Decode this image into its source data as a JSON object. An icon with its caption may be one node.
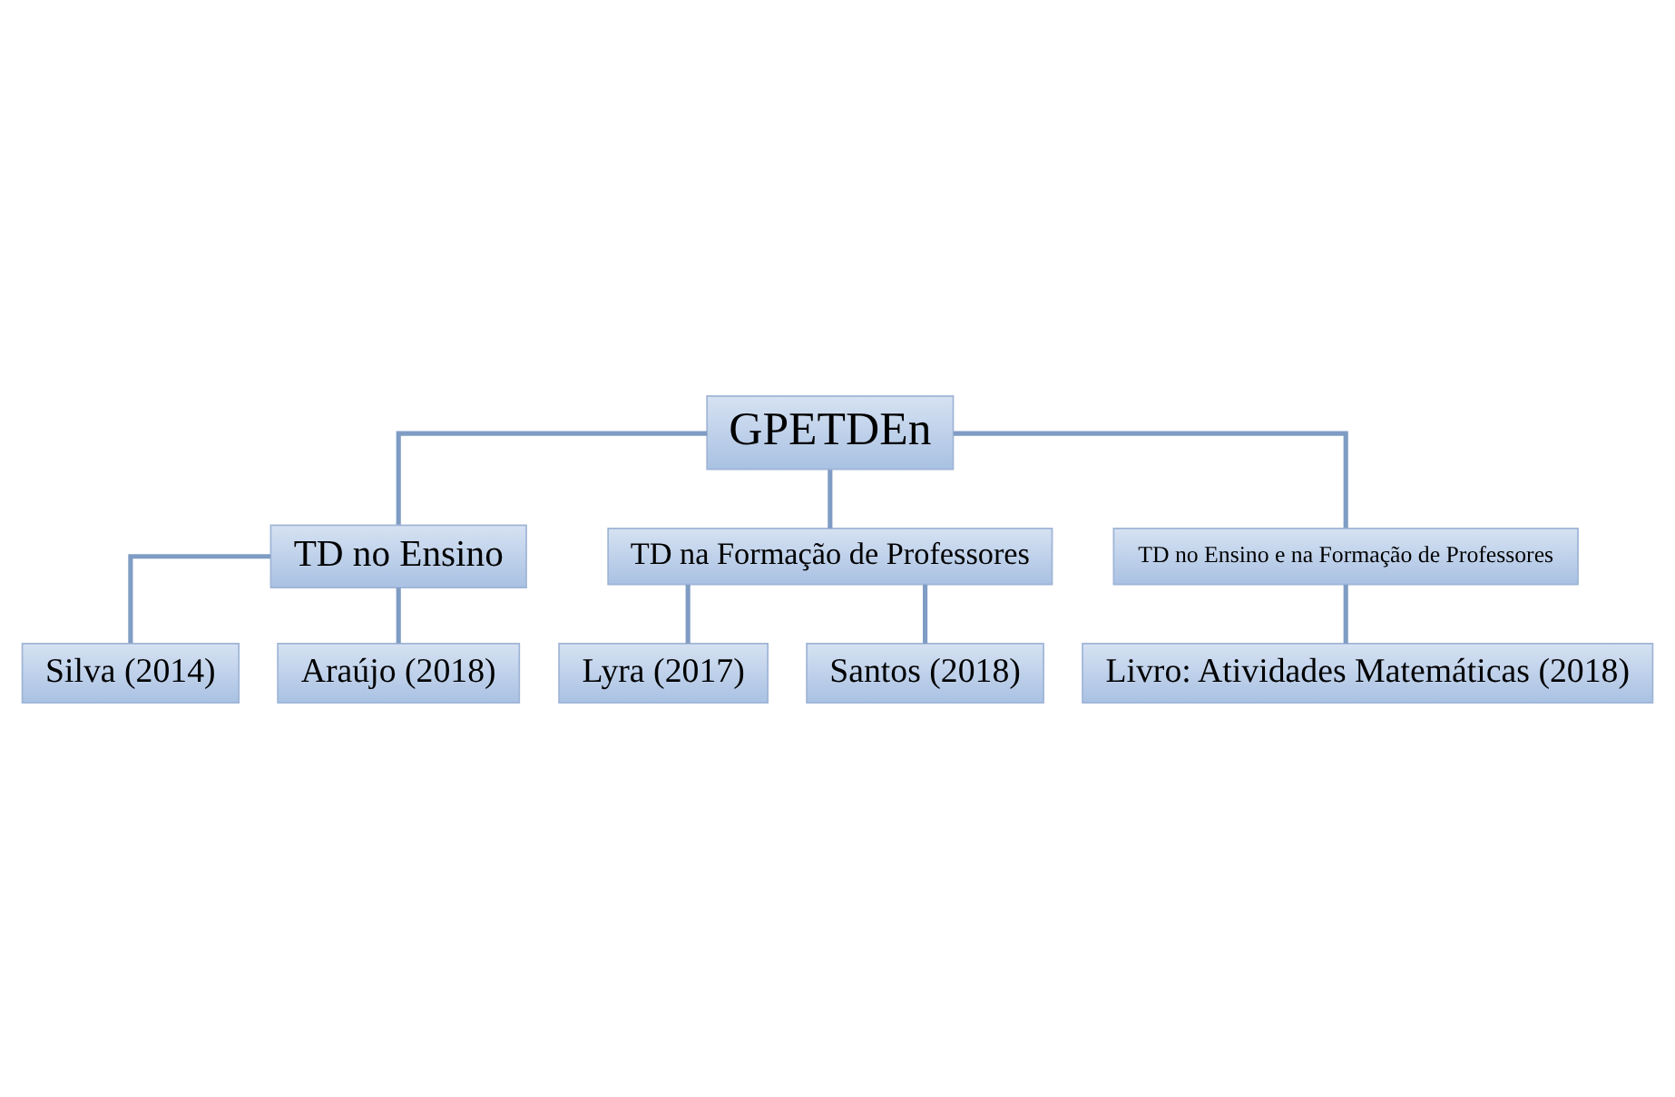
{
  "diagram": {
    "nodes": [
      {
        "text": [
          "GPETDEn"
        ]
      },
      {
        "text": [
          "TD no Ensino"
        ]
      },
      {
        "text": [
          "TD na Formação de Professores"
        ]
      },
      {
        "text": [
          "TD no Ensino e na Formação de Professores"
        ]
      },
      {
        "text": [
          "Silva (2014)"
        ]
      },
      {
        "text": [
          "Araújo (2018)"
        ]
      },
      {
        "text": [
          "Lyra (2017)"
        ]
      },
      {
        "text": [
          "Santos (2018)"
        ]
      },
      {
        "text": [
          "Livro: Atividades Matemáticas (2018)"
        ]
      }
    ],
    "edges": [
      {
        "from": 0,
        "to": 1,
        "arrow": "none"
      },
      {
        "from": 0,
        "to": 2,
        "arrow": "none"
      },
      {
        "from": 0,
        "to": 3,
        "arrow": "none"
      },
      {
        "from": 1,
        "to": 4,
        "arrow": "none"
      },
      {
        "from": 1,
        "to": 5,
        "arrow": "none"
      },
      {
        "from": 2,
        "to": 6,
        "arrow": "none"
      },
      {
        "from": 2,
        "to": 7,
        "arrow": "none"
      },
      {
        "from": 3,
        "to": 8,
        "arrow": "none"
      }
    ]
  }
}
